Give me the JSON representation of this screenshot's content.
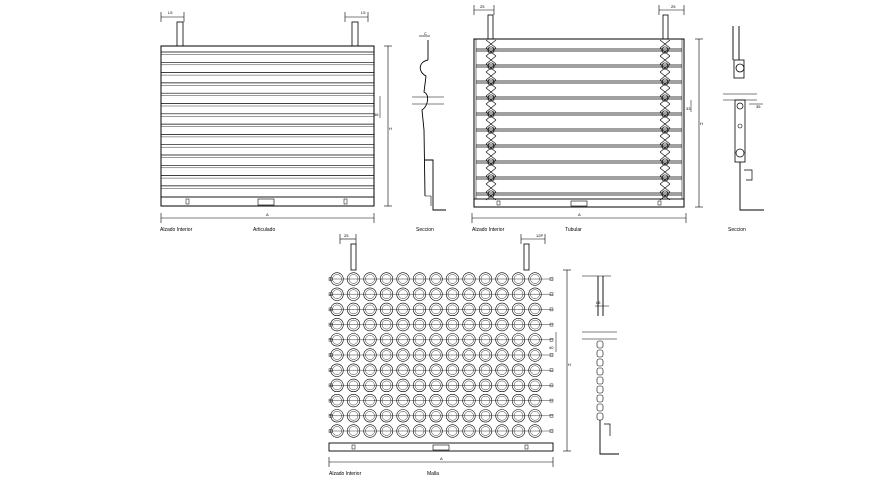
{
  "colors": {
    "line": "#000000",
    "background": "#ffffff"
  },
  "labels": {
    "articulado_elev": "Alzado Interior",
    "articulado_name": "Articulado",
    "section_1": "Seccion",
    "tubular_elev": "Alzado Interior",
    "tubular_name": "Tubular",
    "section_2": "Seccion",
    "malla_elev": "Alzado Interior",
    "malla_name": "Malla"
  },
  "dimensions": {
    "d1_top_left": "L5",
    "d1_top_right": "L5",
    "d1_side": "H",
    "d1_slat": "46",
    "d1_bottom": "A",
    "s1_top": "C",
    "t_top_left": "25",
    "t_top_right": "25",
    "t_side": "H",
    "t_slat": "33",
    "t_bottom": "A",
    "s2_detail": "35",
    "m_top_left": "25",
    "m_top_right": "12P",
    "m_side": "H",
    "m_cell": "40",
    "m_bottom": "A",
    "s3_top": "L5"
  }
}
